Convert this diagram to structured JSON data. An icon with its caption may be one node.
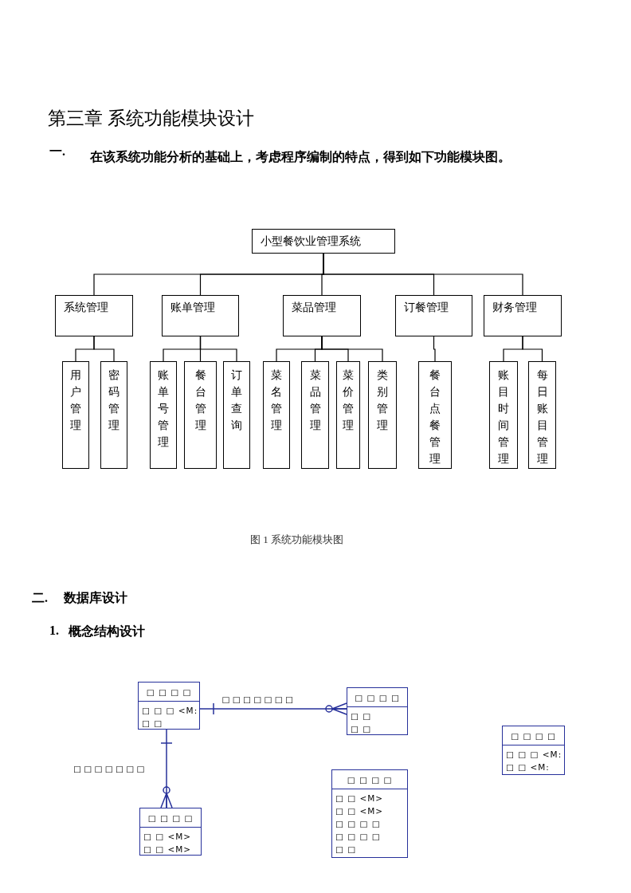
{
  "diagram": {
    "title": "第三章 系统功能模块设计",
    "caption": "图 1 系统功能模块图",
    "nodes": [
      {
        "text": [
          "小型餐饮业管理系统"
        ]
      },
      {
        "text": [
          "系统管理"
        ]
      },
      {
        "text": [
          "账单管理"
        ]
      },
      {
        "text": [
          "菜品管理"
        ]
      },
      {
        "text": [
          "订餐管理"
        ]
      },
      {
        "text": [
          "财务管理"
        ]
      },
      {
        "text": [
          "用户管理"
        ]
      },
      {
        "text": [
          "密码管理"
        ]
      },
      {
        "text": [
          "账单号管理"
        ]
      },
      {
        "text": [
          "餐台管理"
        ]
      },
      {
        "text": [
          "订单查询"
        ]
      },
      {
        "text": [
          "菜名管理"
        ]
      },
      {
        "text": [
          "菜品管理"
        ]
      },
      {
        "text": [
          "菜价管理"
        ]
      },
      {
        "text": [
          "类别管理"
        ]
      },
      {
        "text": [
          "餐台点餐管理"
        ]
      },
      {
        "text": [
          "账目时间管理"
        ]
      },
      {
        "text": [
          "每日账目管理"
        ]
      },
      {
        "text": [
          "□ □ □ □",
          "□ □ □ <M:",
          "□ □"
        ]
      },
      {
        "text": [
          "□ □ □ □",
          "□ □",
          "□ □"
        ]
      },
      {
        "text": [
          "□ □ □ □",
          "□ □ □ <M:",
          "□ □ <M:"
        ]
      },
      {
        "text": [
          "□ □ □ □",
          "□ □ <M>",
          "□ □ <M>",
          "□ □ □ □",
          "□ □ □ □",
          "□ □"
        ]
      },
      {
        "text": [
          "□ □ □ □",
          "□ □ <M>",
          "□ □ <M>"
        ]
      }
    ],
    "edges": [
      {
        "from": 0,
        "to": 1,
        "arrow": "none"
      },
      {
        "from": 0,
        "to": 2,
        "arrow": "none"
      },
      {
        "from": 0,
        "to": 3,
        "arrow": "none"
      },
      {
        "from": 0,
        "to": 4,
        "arrow": "none"
      },
      {
        "from": 0,
        "to": 5,
        "arrow": "none"
      },
      {
        "from": 1,
        "to": 6,
        "arrow": "none"
      },
      {
        "from": 1,
        "to": 7,
        "arrow": "none"
      },
      {
        "from": 2,
        "to": 8,
        "arrow": "none"
      },
      {
        "from": 2,
        "to": 9,
        "arrow": "none"
      },
      {
        "from": 2,
        "to": 10,
        "arrow": "none"
      },
      {
        "from": 3,
        "to": 11,
        "arrow": "none"
      },
      {
        "from": 3,
        "to": 12,
        "arrow": "none"
      },
      {
        "from": 3,
        "to": 13,
        "arrow": "none"
      },
      {
        "from": 3,
        "to": 14,
        "arrow": "none"
      },
      {
        "from": 4,
        "to": 15,
        "arrow": "none"
      },
      {
        "from": 5,
        "to": 16,
        "arrow": "none"
      },
      {
        "from": 5,
        "to": 17,
        "arrow": "none"
      },
      {
        "from": 18,
        "to": 19,
        "arrow": "other",
        "label": "□ □ □ □ □ □ □",
        "color": "#26309a"
      },
      {
        "from": 18,
        "to": 22,
        "arrow": "other",
        "label": "□ □ □ □ □ □ □",
        "color": "#26309a"
      }
    ],
    "labels": [
      "一.",
      "在该系统功能分析的基础上，考虑程序编制的特点，得到如下功能模块图。",
      "二.",
      "数据库设计",
      "1.",
      "概念结构设计"
    ]
  }
}
